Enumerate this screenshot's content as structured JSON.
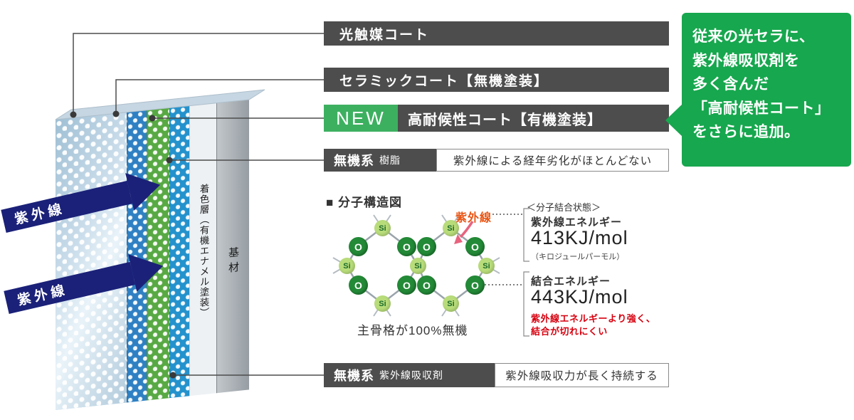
{
  "colors": {
    "bar_dark": "#4d4d4d",
    "badge_green": "#3db060",
    "bubble_green": "#17a74e",
    "uv_arrow_navy": "#1b2178",
    "uv_label_red": "#ea5514",
    "note_red": "#d7000f",
    "oxygen_green": "#238a37",
    "silicon_green": "#b8dc7a"
  },
  "panel": {
    "colored_layer_label": "着色層（有機エナメル塗装）",
    "base_layer_label": "基材",
    "uv_arrows": [
      "紫外線",
      "紫外線"
    ]
  },
  "callouts": {
    "photocatalyst": "光触媒コート",
    "ceramic": "セラミックコート【無機塗装】",
    "new_badge": "NEW",
    "weather_coat": "高耐候性コート【有機塗装】",
    "resin_category": "無機系",
    "resin_label": "樹脂",
    "resin_desc": "紫外線による経年劣化がほとんどない",
    "absorber_category": "無機系",
    "absorber_label": "紫外線吸収剤",
    "absorber_desc": "紫外線吸収力が長く持続する"
  },
  "bubble": {
    "line1": "従来の光セラに、",
    "line2": "紫外線吸収剤を",
    "line3": "多く含んだ",
    "line4": "「高耐候性コート」",
    "line5": "をさらに追加。"
  },
  "molecule": {
    "section_title": "■ 分子構造図",
    "uv_label": "紫外線",
    "caption": "主骨格が100%無機",
    "atoms": {
      "si": "Si",
      "o": "O"
    }
  },
  "bond_info": {
    "header": "＜分子結合状態＞",
    "uv_energy_label": "紫外線エネルギー",
    "uv_energy_value": "413KJ/mol",
    "uv_energy_unit": "（キロジュールパーモル）",
    "bond_energy_label": "結合エネルギー",
    "bond_energy_value": "443KJ/mol",
    "bond_note_1": "紫外線エネルギーより強く、",
    "bond_note_2": "結合が切れにくい"
  }
}
